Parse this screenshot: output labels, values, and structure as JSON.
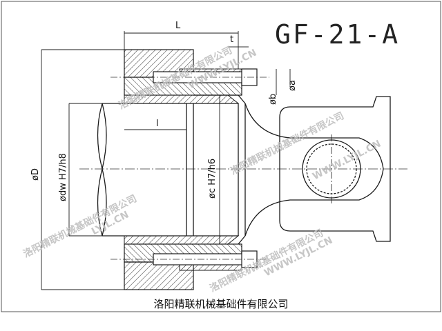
{
  "title": "GF-21-A",
  "company": "洛阳精联机械基础件有限公司",
  "watermark_cn": "洛阳精联机械基础件有限公司",
  "watermark_url": "WWW.LYJL.CN",
  "watermark_short": "LYJL.CN",
  "dims": {
    "L": "L",
    "t": "t",
    "l": "l",
    "D": "øD",
    "dw": "ødw  H7/h8",
    "c": "øc  H7/h6",
    "b": "øb",
    "a": "øa"
  },
  "colors": {
    "line": "#1a1a1a",
    "hatch": "#2a2a2a",
    "watermark": "#bdbdbd"
  }
}
